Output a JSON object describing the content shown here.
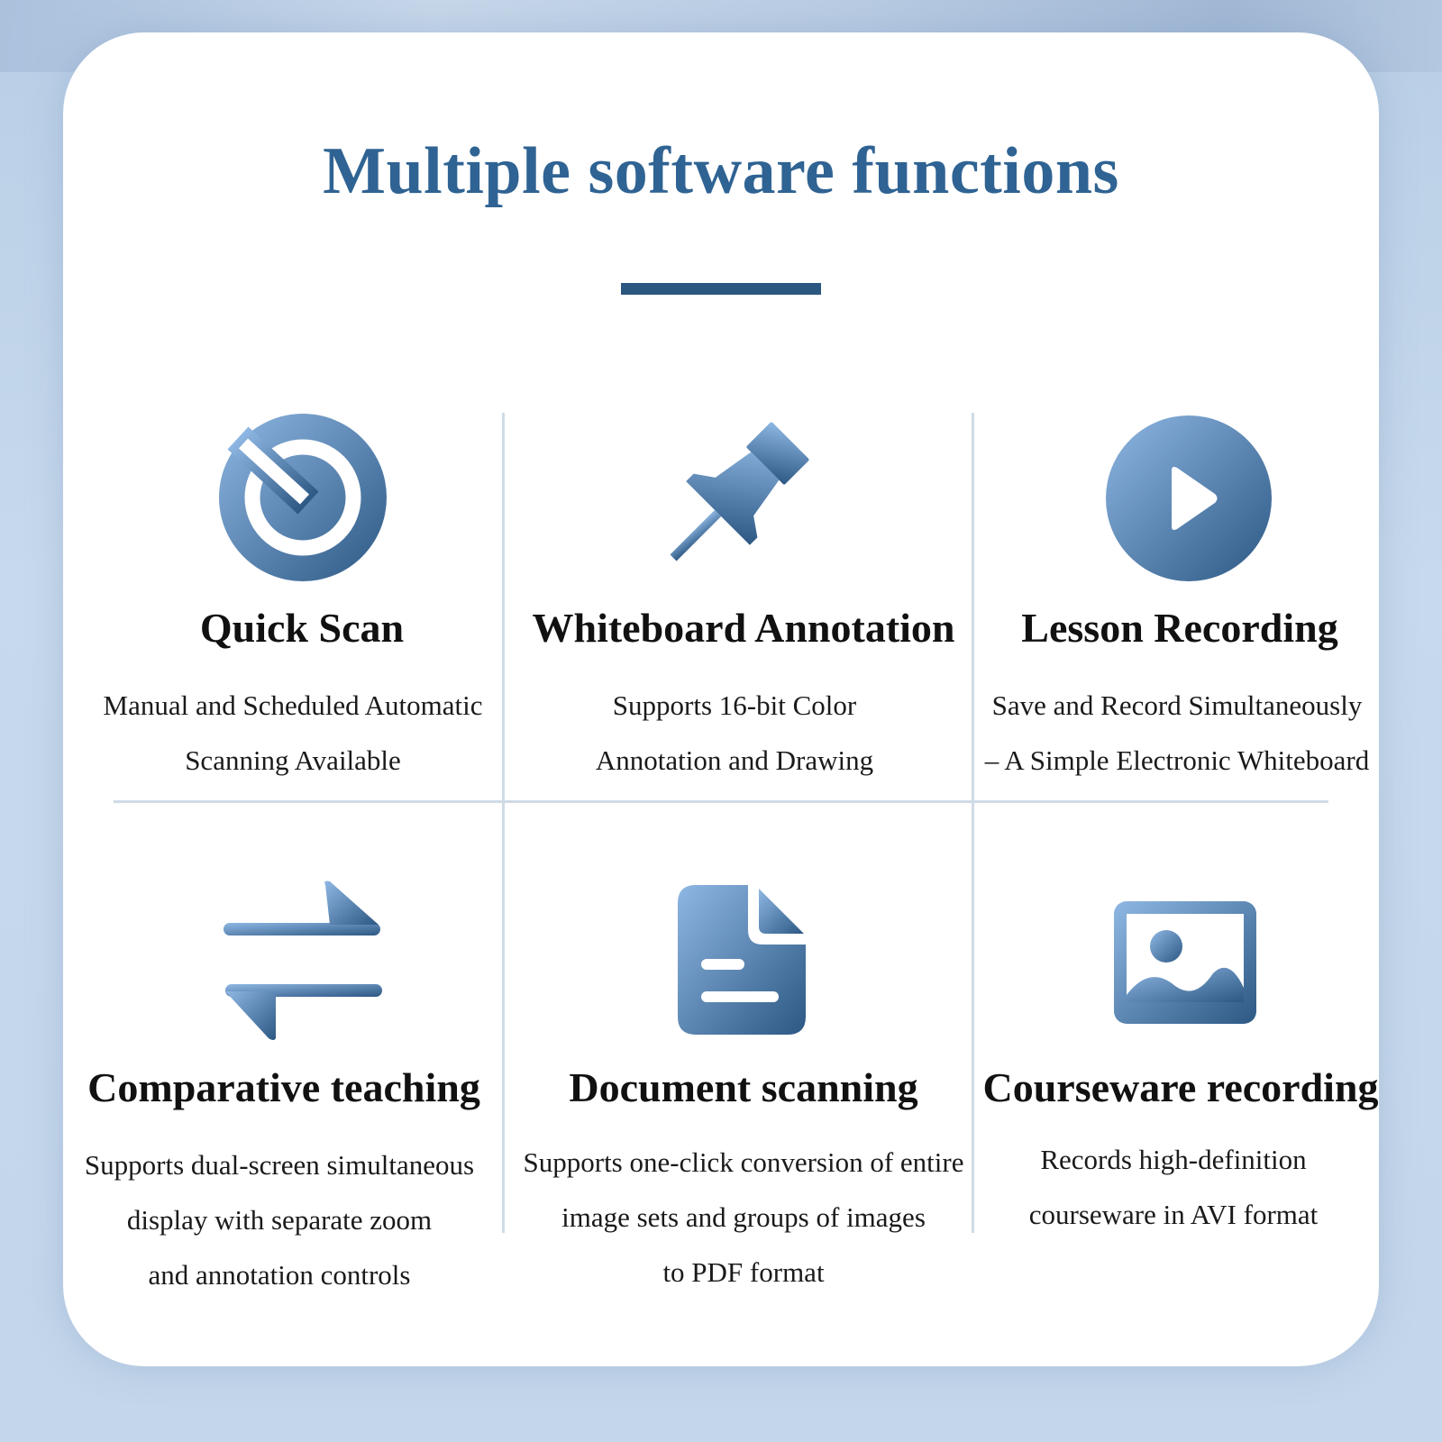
{
  "page": {
    "title": "Multiple software functions",
    "accent_color": "#2f6393",
    "icon_gradient": [
      "#8fb7e3",
      "#2f5a86"
    ]
  },
  "features": [
    {
      "icon": "timer-icon",
      "title": "Quick Scan",
      "desc": [
        "Manual and Scheduled Automatic",
        "Scanning Available"
      ]
    },
    {
      "icon": "pushpin-icon",
      "title": "Whiteboard Annotation",
      "desc": [
        "Supports 16-bit Color",
        "Annotation and Drawing"
      ]
    },
    {
      "icon": "play-icon",
      "title": "Lesson Recording",
      "desc": [
        "Save and Record Simultaneously",
        "– A Simple Electronic Whiteboard"
      ]
    },
    {
      "icon": "swap-arrows-icon",
      "title": "Comparative teaching",
      "desc": [
        "Supports dual-screen simultaneous",
        "display with separate zoom",
        "and annotation controls"
      ]
    },
    {
      "icon": "document-icon",
      "title": "Document scanning",
      "desc": [
        "Supports one-click conversion of entire",
        "image sets and groups of images",
        "to PDF format"
      ]
    },
    {
      "icon": "image-icon",
      "title": "Courseware recording",
      "desc": [
        "Records high-definition",
        "courseware in AVI format"
      ]
    }
  ]
}
